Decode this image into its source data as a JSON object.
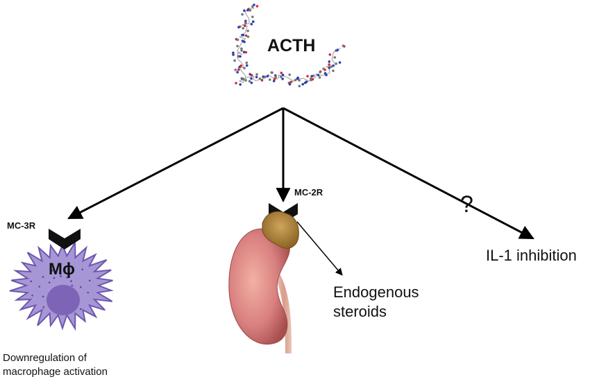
{
  "diagram": {
    "hormone": "ACTH",
    "receptors": {
      "macrophage": "MC-3R",
      "adrenal": "MC-2R"
    },
    "cell_symbol": "Mϕ",
    "question_mark": "?",
    "outcomes": {
      "macrophage": "Downregulation of macrophage activation",
      "adrenal": "Endogenous steroids",
      "unknown": "IL-1 inhibition"
    },
    "colors": {
      "arrow": "#000000",
      "macrophage_body": "#a796d6",
      "macrophage_nucleus": "#7e64b6",
      "kidney": "#d98080",
      "adrenal_gland": "#b58a3c",
      "molecule_n": "#2c3fb0",
      "molecule_o": "#d42c2c",
      "molecule_c": "#777777"
    }
  }
}
